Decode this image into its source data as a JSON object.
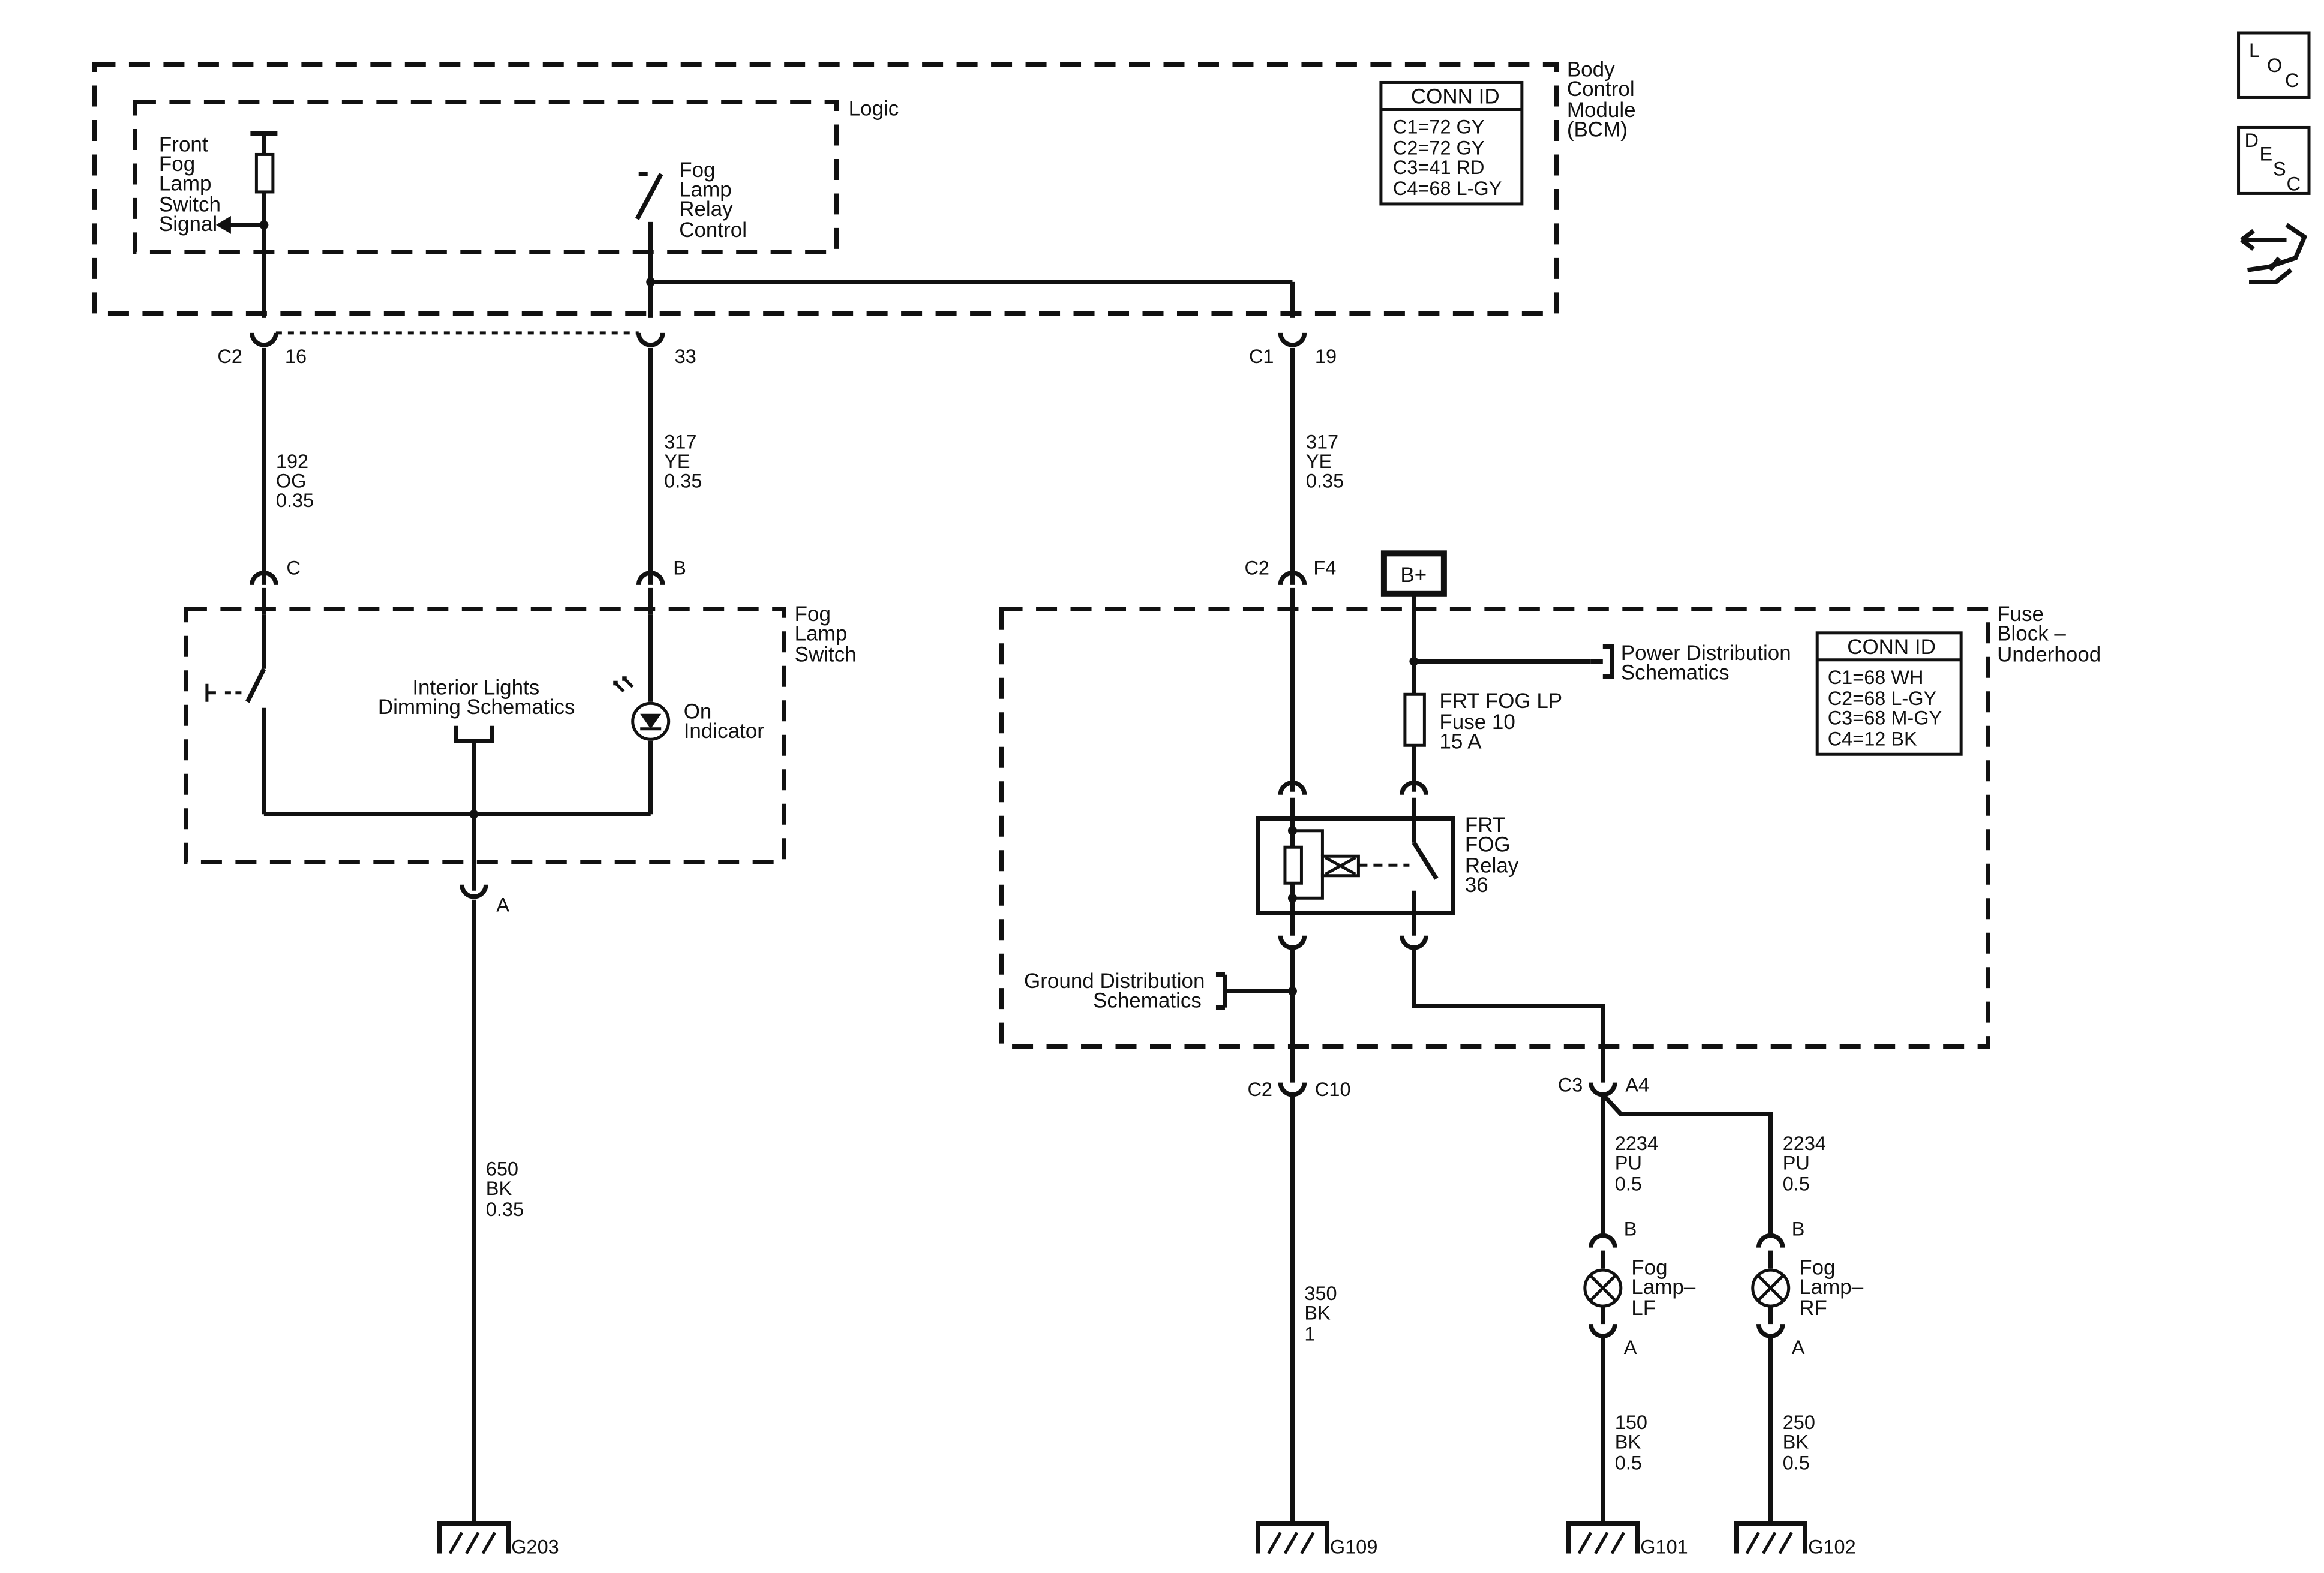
{
  "icons": {
    "loc": [
      "L",
      "O",
      "C"
    ],
    "desc": [
      "D",
      "E",
      "S",
      "C"
    ]
  },
  "bcm": {
    "title": [
      "Body",
      "Control",
      "Module",
      "(BCM)"
    ],
    "logic_label": "Logic",
    "front_fog_signal": [
      "Front",
      "Fog",
      "Lamp",
      "Switch",
      "Signal"
    ],
    "fog_relay_control": [
      "Fog",
      "Lamp",
      "Relay",
      "Control"
    ],
    "conn_id_title": "CONN ID",
    "conn_id": [
      "C1=72 GY",
      "C2=72 GY",
      "C3=41 RD",
      "C4=68 L-GY"
    ]
  },
  "pins": {
    "c2_16": {
      "conn": "C2",
      "pin": "16"
    },
    "c2_33": {
      "pin": "33"
    },
    "c1_19": {
      "conn": "C1",
      "pin": "19"
    },
    "switch_c": "C",
    "switch_b": "B",
    "switch_a": "A",
    "c2_f4": {
      "conn": "C2",
      "pin": "F4"
    },
    "c2_c10": {
      "conn": "C2",
      "pin": "C10"
    },
    "c3_a4": {
      "conn": "C3",
      "pin": "A4"
    },
    "lf_b": "B",
    "lf_a": "A",
    "rf_b": "B",
    "rf_a": "A"
  },
  "wires": {
    "w192": [
      "192",
      "OG",
      "0.35"
    ],
    "w317a": [
      "317",
      "YE",
      "0.35"
    ],
    "w317b": [
      "317",
      "YE",
      "0.35"
    ],
    "w650": [
      "650",
      "BK",
      "0.35"
    ],
    "w350": [
      "350",
      "BK",
      "1"
    ],
    "w2234a": [
      "2234",
      "PU",
      "0.5"
    ],
    "w2234b": [
      "2234",
      "PU",
      "0.5"
    ],
    "w150": [
      "150",
      "BK",
      "0.5"
    ],
    "w250": [
      "250",
      "BK",
      "0.5"
    ]
  },
  "switch": {
    "title": [
      "Fog",
      "Lamp",
      "Switch"
    ],
    "dimming": [
      "Interior Lights",
      "Dimming Schematics"
    ],
    "indicator": [
      "On",
      "Indicator"
    ]
  },
  "fuse_block": {
    "title": [
      "Fuse",
      "Block –",
      "Underhood"
    ],
    "b_plus": "B+",
    "power_dist": [
      "Power Distribution",
      "Schematics"
    ],
    "ground_dist": [
      "Ground Distribution",
      "Schematics"
    ],
    "fuse": [
      "FRT FOG LP",
      "Fuse 10",
      "15 A"
    ],
    "relay": [
      "FRT",
      "FOG",
      "Relay",
      "36"
    ],
    "conn_id_title": "CONN ID",
    "conn_id": [
      "C1=68 WH",
      "C2=68 L-GY",
      "C3=68 M-GY",
      "C4=12 BK"
    ]
  },
  "lamps": {
    "lf": [
      "Fog",
      "Lamp–",
      "LF"
    ],
    "rf": [
      "Fog",
      "Lamp–",
      "RF"
    ]
  },
  "grounds": {
    "g203": "G203",
    "g109": "G109",
    "g101": "G101",
    "g102": "G102"
  }
}
